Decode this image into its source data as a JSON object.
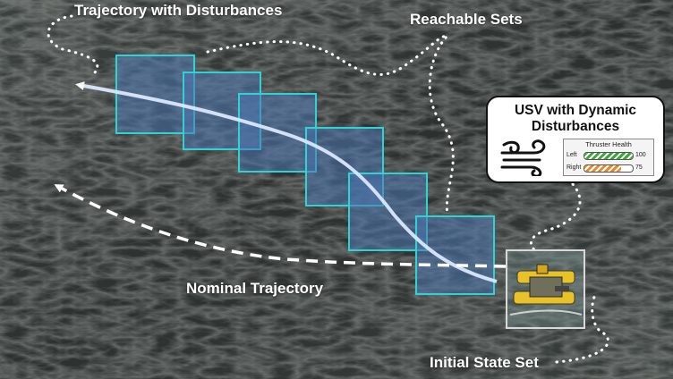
{
  "labels": {
    "trajectory_with_disturbances": "Trajectory with Disturbances",
    "reachable_sets": "Reachable Sets",
    "nominal_trajectory": "Nominal Trajectory",
    "initial_state_set": "Initial State Set"
  },
  "info_box": {
    "title_line1": "USV with Dynamic",
    "title_line2": "Disturbances",
    "icon": "wind-icon",
    "thruster_panel": {
      "title": "Thruster Health",
      "rows": [
        {
          "name": "Left",
          "value": "100",
          "level": 1.0,
          "color": "#3ca63c"
        },
        {
          "name": "Right",
          "value": "75",
          "level": 0.75,
          "color": "#e8892e"
        }
      ]
    }
  },
  "colors": {
    "reachable_set_stroke": "#2fd3d3",
    "reachable_set_fill": "#4a74b0",
    "disturbed_trajectory": "#dbe8ff",
    "nominal_trajectory": "#ffffff",
    "water": "#353a38"
  }
}
